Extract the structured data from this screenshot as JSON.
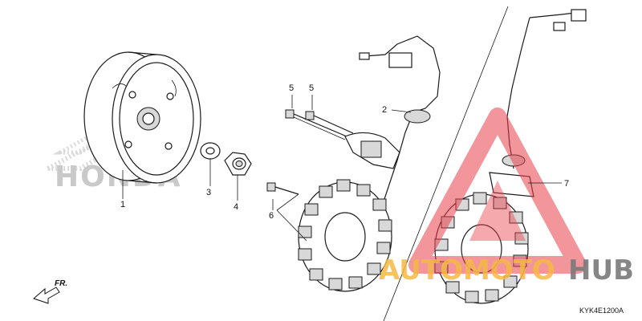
{
  "diagram": {
    "callouts": [
      {
        "id": "1",
        "label": "1"
      },
      {
        "id": "2",
        "label": "2"
      },
      {
        "id": "3",
        "label": "3"
      },
      {
        "id": "4",
        "label": "4"
      },
      {
        "id": "5a",
        "label": "5"
      },
      {
        "id": "5b",
        "label": "5"
      },
      {
        "id": "6",
        "label": "6"
      },
      {
        "id": "7",
        "label": "7"
      }
    ],
    "direction_label": "FR.",
    "diagram_code": "KYK4E1200A"
  },
  "watermarks": {
    "brand_text": "HONDA",
    "site_text_part1": "AUTOMOTO",
    "site_text_part2": "HUB",
    "colors": {
      "triangle": "#e8404a",
      "site_part1": "#f5b942",
      "site_part2": "#7a7a7a",
      "brand": "#c9c9c9"
    }
  }
}
